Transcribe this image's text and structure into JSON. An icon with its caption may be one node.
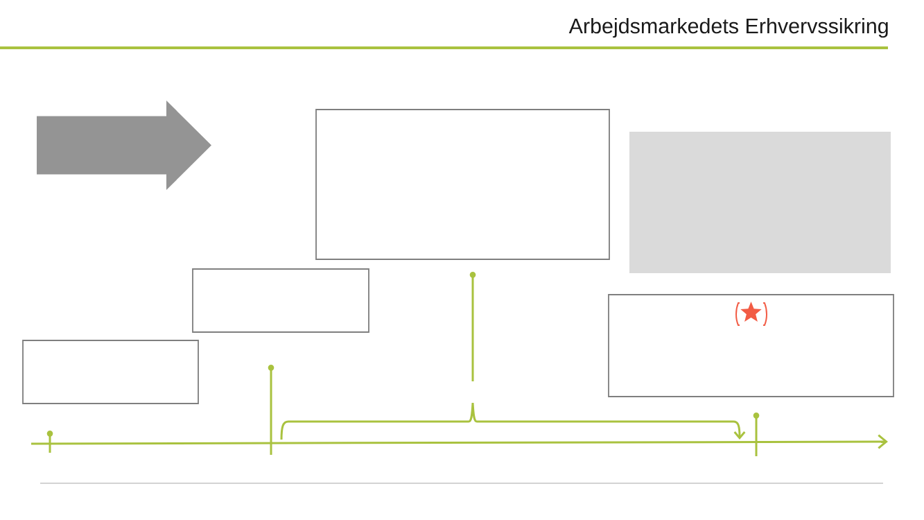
{
  "diagram": {
    "title": "Arbejdsmarkedets Erhvervssikring",
    "nodes": [
      {
        "text": [],
        "shape": "arrow"
      },
      {
        "text": [],
        "shape": "box"
      },
      {
        "text": [],
        "shape": "box"
      },
      {
        "text": [],
        "shape": "box"
      },
      {
        "text": [],
        "shape": "box"
      },
      {
        "text": [],
        "shape": "box"
      }
    ]
  }
}
